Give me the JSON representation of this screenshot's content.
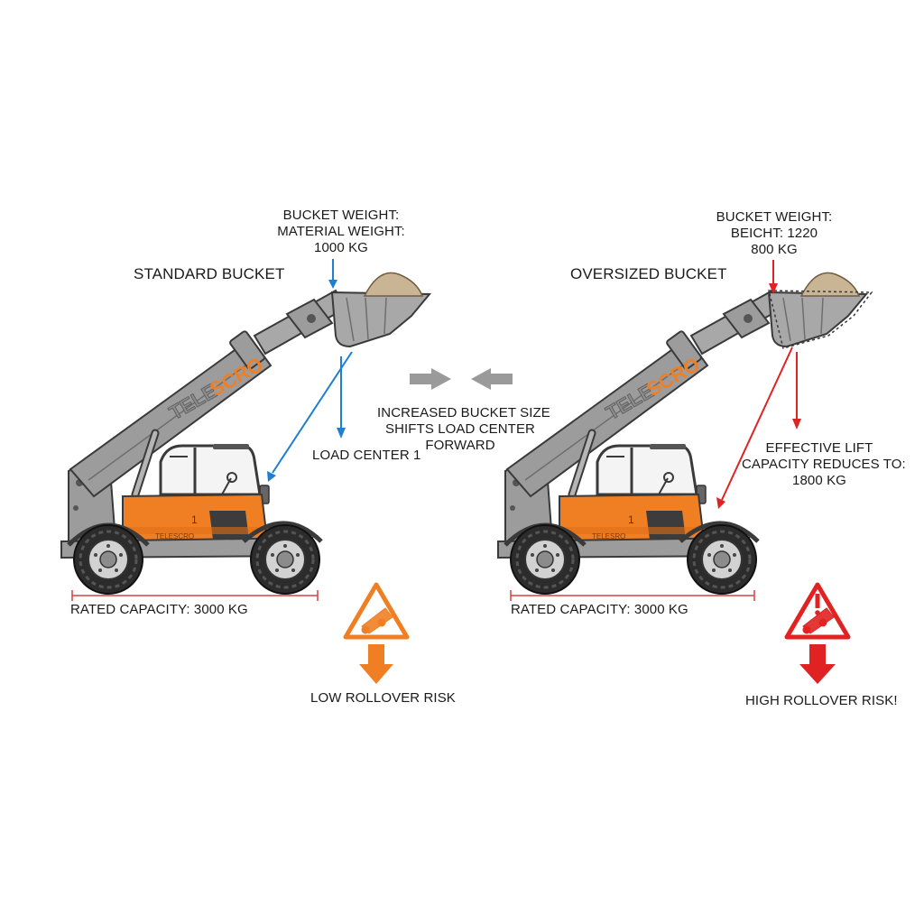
{
  "colors": {
    "machine_body": "#9c9c9c",
    "machine_outline": "#3a3a3a",
    "accent_orange": "#f07f24",
    "tire": "#2c2c2c",
    "blue_arrow": "#1f7fd0",
    "red_arrow": "#e02222",
    "dimension_line": "#d94040"
  },
  "left": {
    "title": "STANDARD BUCKET",
    "bucket_lines": [
      "BUCKET WEIGHT:",
      "MATERIAL WEIGHT:",
      "1000 KG"
    ],
    "load_center": "LOAD CENTER 1",
    "rated_capacity": "RATED CAPACITY: 3000 KG",
    "risk": "LOW ROLLOVER RISK",
    "brand": {
      "a": "TELE",
      "b": "SCRO"
    },
    "decal": "TELESCRO",
    "cab_mark": "1",
    "warning_icon": "tipping-warning-triangle-icon",
    "risk_arrow_icon": "down-arrow-icon"
  },
  "middle": {
    "lines": [
      "INCREASED BUCKET SIZE",
      "SHIFTS LOAD CENTER",
      "FORWARD"
    ],
    "icons": [
      "right-arrow-icon",
      "left-arrow-icon"
    ]
  },
  "right": {
    "title": "OVERSIZED BUCKET",
    "bucket_lines": [
      "BUCKET WEIGHT:",
      "BEICHT: 1220",
      "800 KG"
    ],
    "effective_lines": [
      "EFFECTIVE LIFT",
      "CAPACITY REDUCES TO:",
      "1800 KG"
    ],
    "rated_capacity": "RATED CAPACITY: 3000 KG",
    "risk": "HIGH ROLLOVER RISK!",
    "brand": {
      "a": "TELE",
      "b": "SCRO"
    },
    "decal": "TELESRO",
    "cab_mark": "1",
    "warning_icon": "tipping-warning-triangle-icon",
    "risk_arrow_icon": "down-arrow-icon"
  }
}
